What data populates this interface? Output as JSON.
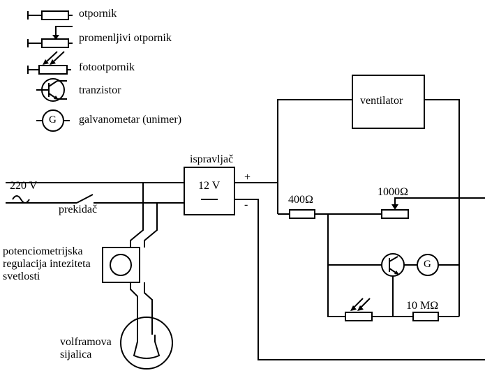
{
  "legend": {
    "resistor": "otpornik",
    "variable_resistor": "promenljivi otpornik",
    "photoresistor": "fotootpornik",
    "transistor": "tranzistor",
    "galvanometer": "galvanometar (unimer)",
    "galvanometer_symbol": "G"
  },
  "circuit": {
    "voltage_in": "220 V",
    "switch": "prekidač",
    "rectifier_title": "ispravljač",
    "rectifier_voltage": "12 V",
    "plus": "+",
    "minus": "-",
    "fan": "ventilator",
    "r1": "400Ω",
    "r2": "1000Ω",
    "r3": "10 MΩ",
    "galvanometer": "G",
    "potentiometer": "potenciometrijska regulacija inteziteta svetlosti",
    "lamp": "volframova sijalica"
  }
}
